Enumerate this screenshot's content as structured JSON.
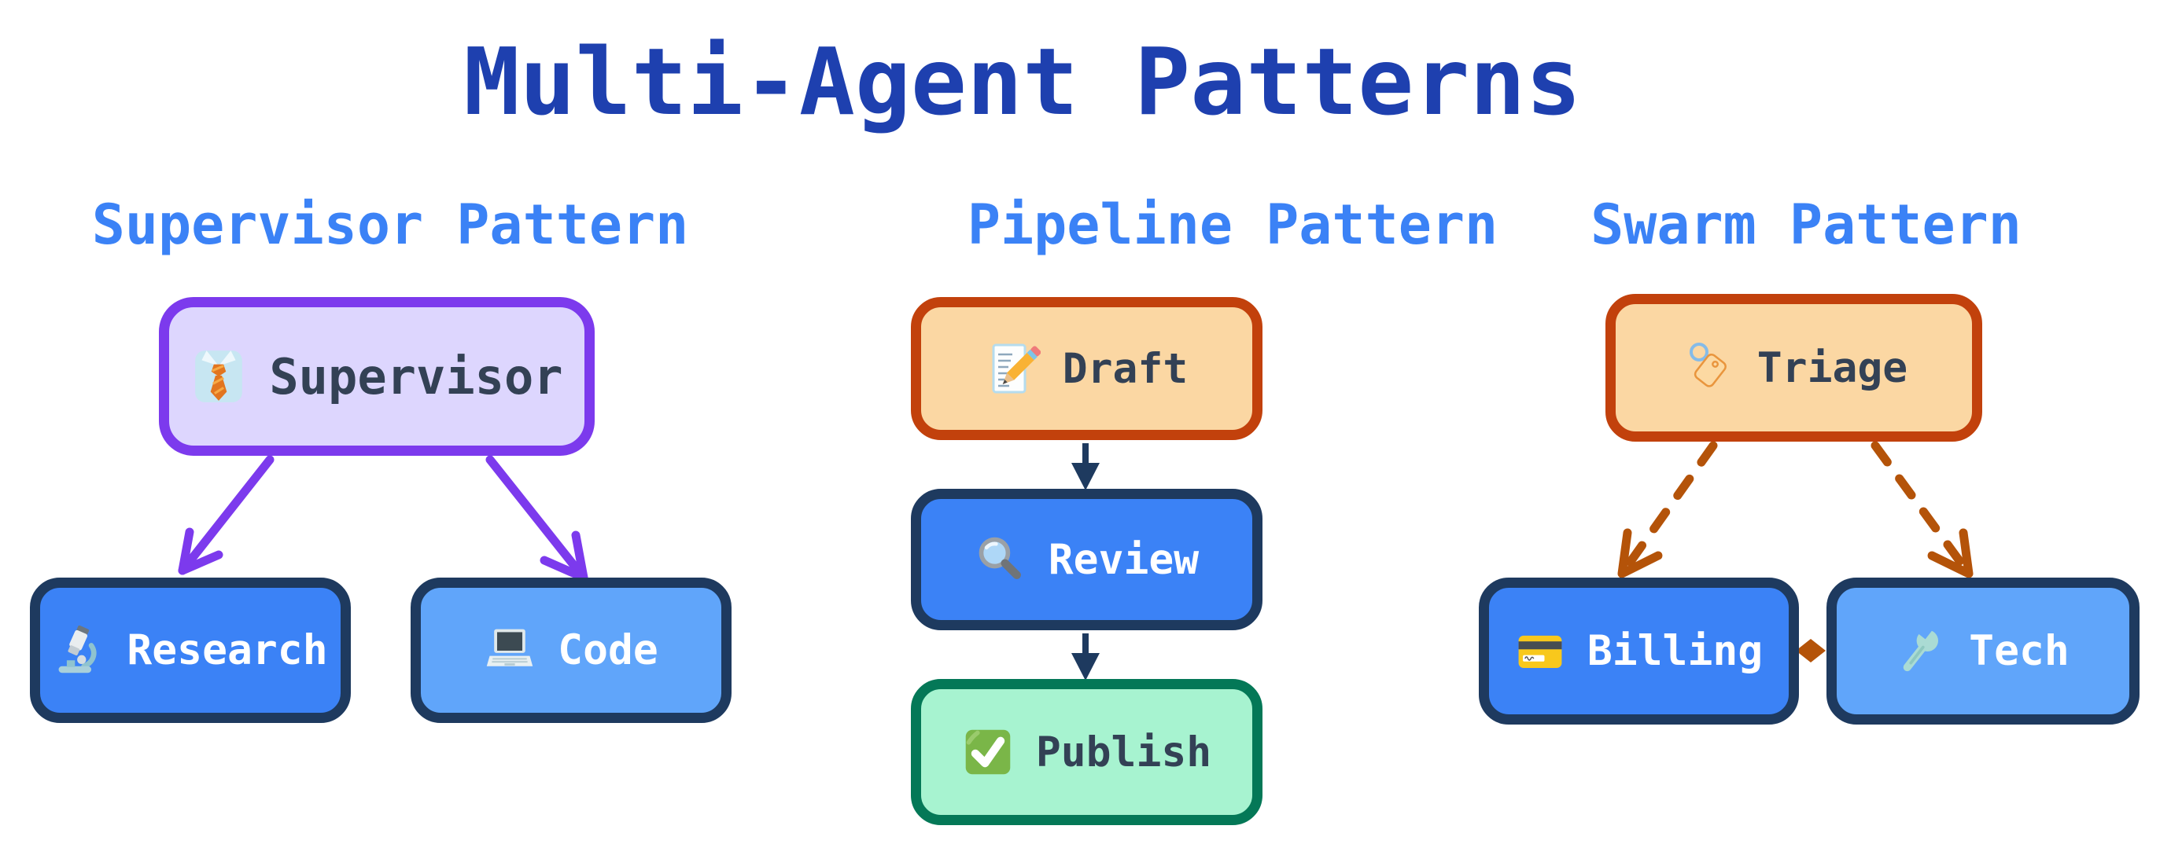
{
  "title": "Multi-Agent Patterns",
  "sections": {
    "supervisor": {
      "heading": "Supervisor Pattern"
    },
    "pipeline": {
      "heading": "Pipeline Pattern"
    },
    "swarm": {
      "heading": "Swarm Pattern"
    }
  },
  "nodes": {
    "supervisor": {
      "label": "Supervisor",
      "icon": "necktie-icon"
    },
    "research": {
      "label": "Research",
      "icon": "microscope-icon"
    },
    "code": {
      "label": "Code",
      "icon": "laptop-icon"
    },
    "draft": {
      "label": "Draft",
      "icon": "memo-pencil-icon"
    },
    "review": {
      "label": "Review",
      "icon": "magnifier-icon"
    },
    "publish": {
      "label": "Publish",
      "icon": "check-mark-icon"
    },
    "triage": {
      "label": "Triage",
      "icon": "tag-icon"
    },
    "billing": {
      "label": "Billing",
      "icon": "credit-card-icon"
    },
    "tech": {
      "label": "Tech",
      "icon": "wrench-icon"
    }
  },
  "edges": [
    {
      "from": "supervisor",
      "to": "research",
      "style": "solid",
      "color": "#7c3aed"
    },
    {
      "from": "supervisor",
      "to": "code",
      "style": "solid",
      "color": "#7c3aed"
    },
    {
      "from": "draft",
      "to": "review",
      "style": "solid",
      "color": "#1e3a5f"
    },
    {
      "from": "review",
      "to": "publish",
      "style": "solid",
      "color": "#1e3a5f"
    },
    {
      "from": "triage",
      "to": "billing",
      "style": "dashed",
      "color": "#b45309"
    },
    {
      "from": "triage",
      "to": "tech",
      "style": "dashed",
      "color": "#b45309"
    },
    {
      "from": "billing",
      "to": "tech",
      "style": "bidirectional-diamond",
      "color": "#b45309"
    }
  ],
  "colors": {
    "background": "#ffffff",
    "title_text": "#1e40af",
    "heading_text": "#3b82f6",
    "node_dark_text": "#334155",
    "node_light_text": "#ffffff",
    "supervisor_fill": "#ddd6fe",
    "supervisor_border": "#7c3aed",
    "blue_fill": "#3b82f6",
    "light_blue_fill": "#60a5fa",
    "navy_border": "#1e3a5f",
    "orange_fill": "#fbd7a3",
    "orange_border": "#c2410c",
    "green_fill": "#a7f3d0",
    "green_border": "#047857",
    "purple_arrow": "#7c3aed",
    "navy_arrow": "#1e3a5f",
    "orange_arrow": "#b45309"
  }
}
